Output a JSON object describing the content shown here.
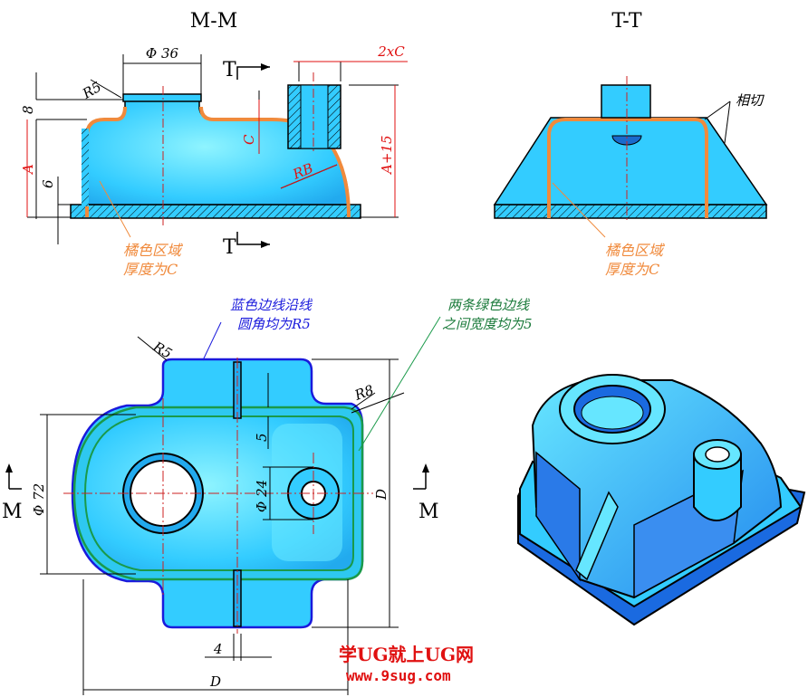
{
  "views": {
    "section_mm": "M-M",
    "section_tt": "T-T"
  },
  "dimensions": {
    "phi36": "Φ 36",
    "two_x_c": "2xC",
    "r5_top": "R5",
    "eight": "8",
    "six": "6",
    "a": "A",
    "c": "C",
    "rb": "RB",
    "a_plus_15": "A+15",
    "t_mark_top": "T",
    "t_mark_bottom": "T",
    "tangent": "相切",
    "r5_plan": "R5",
    "r8": "R8",
    "five": "5",
    "phi72": "Φ 72",
    "phi24": "Φ 24",
    "d_right": "D",
    "d_bottom": "D",
    "four": "4",
    "m_left": "M",
    "m_right": "M"
  },
  "notes": {
    "orange_mm_line1": "橘色区域",
    "orange_mm_line2": "厚度为C",
    "orange_tt_line1": "橘色区域",
    "orange_tt_line2": "厚度为C",
    "blue_line1": "蓝色边线沿线",
    "blue_line2": "圆角均为R5",
    "green_line1": "两条绿色边线",
    "green_line2": "之间宽度均为5"
  },
  "watermark": {
    "line1": "学UG就上UG网",
    "line2": "www.9sug.com"
  },
  "colors": {
    "cyan": "#33ccff",
    "light_cyan": "#66eeff",
    "orange": "#f08a3c",
    "red_dim": "#e01010",
    "blue_edge": "#1a1adc",
    "green_edge": "#1a9a4a",
    "dark_blue": "#2266dd"
  }
}
